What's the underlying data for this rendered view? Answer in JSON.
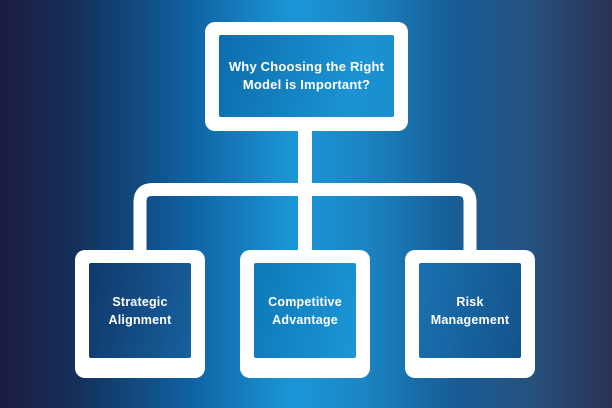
{
  "diagram": {
    "type": "hierarchy-flowchart",
    "root": {
      "label": "Why Choosing the Right\nModel is Important?"
    },
    "children": [
      {
        "label": "Strategic\nAlignment"
      },
      {
        "label": "Competitive\nAdvantage"
      },
      {
        "label": "Risk\nManagement"
      }
    ]
  },
  "colors": {
    "bg-left": "#1d1b42",
    "bg-left-mid": "#14315c",
    "bg-center": "#1b97d7",
    "bg-right-mid": "#27517d",
    "bg-right": "#2a3253",
    "frame": "#ffffff",
    "text": "#ffffff",
    "root-fill-a": "#0c6dad",
    "root-fill-b": "#1b93d3",
    "child1-fill-a": "#11386a",
    "child1-fill-b": "#16619e",
    "child2-fill-a": "#0d79b8",
    "child2-fill-b": "#1c96d6",
    "child3-fill-a": "#1a71b0",
    "child3-fill-b": "#14538b"
  }
}
